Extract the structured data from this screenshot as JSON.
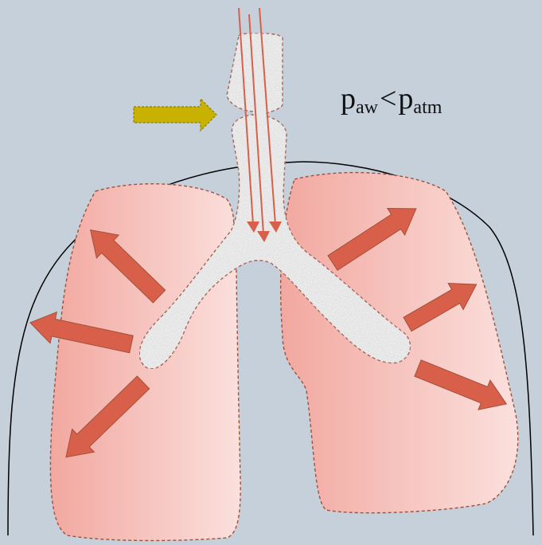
{
  "label": {
    "base1": "p",
    "sub1": "aw",
    "operator": "<",
    "base2": "p",
    "sub2": "atm"
  },
  "colors": {
    "background": "#c5d0da",
    "lung_dark": "#f2a8a0",
    "lung_light": "#fbe0dd",
    "outline_dashed": "#a2503a",
    "airway": "#eeeeee",
    "expansion_arrow": "#d8604a",
    "airflow_line": "#d8604a",
    "pointer_arrow": "#c9b100",
    "chest_wall": "#000000"
  },
  "icons": {
    "expansion_arrows": "outward-arrow",
    "airflow": "downward-arrow",
    "pointer": "right-arrow"
  }
}
